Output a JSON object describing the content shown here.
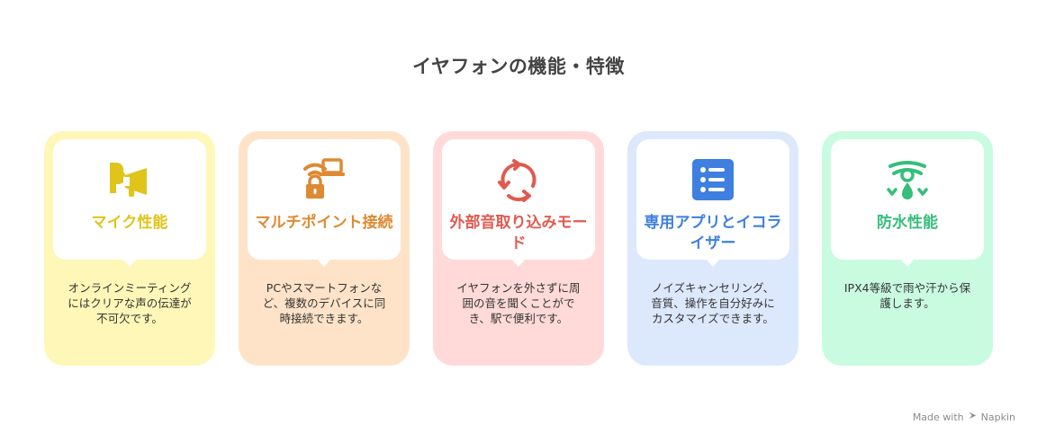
{
  "title": "イヤフォンの機能・特徴",
  "cards": [
    {
      "heading": "マイク性能",
      "description": "オンラインミーティングにはクリアな声の伝達が不可欠です。",
      "icon": "speaking-megaphone-icon",
      "accent_color": "#E0C41A",
      "bg_color": "#FEF7B8"
    },
    {
      "heading": "マルチポイント接続",
      "description": "PCやスマートフォンなど、複数のデバイスに同時接続できます。",
      "icon": "wireless-laptop-lock-icon",
      "accent_color": "#DE8A33",
      "bg_color": "#FFE3C8"
    },
    {
      "heading": "外部音取り込みモード",
      "description": "イヤフォンを外さずに周囲の音を聞くことができ、駅で便利です。",
      "icon": "circular-arrows-icon",
      "accent_color": "#E05A50",
      "bg_color": "#FFDAD8"
    },
    {
      "heading": "専用アプリとイコライザー",
      "description": "ノイズキャンセリング、音質、操作を自分好みにカスタマイズできます。",
      "icon": "settings-list-icon",
      "accent_color": "#3E7FE0",
      "bg_color": "#DCE8FC"
    },
    {
      "heading": "防水性能",
      "description": "IPX4等級で雨や汗から保護します。",
      "icon": "water-drop-icon",
      "accent_color": "#36BE7A",
      "bg_color": "#C9FBE1"
    }
  ],
  "footer": {
    "text": "Made with",
    "brand": "Napkin"
  }
}
